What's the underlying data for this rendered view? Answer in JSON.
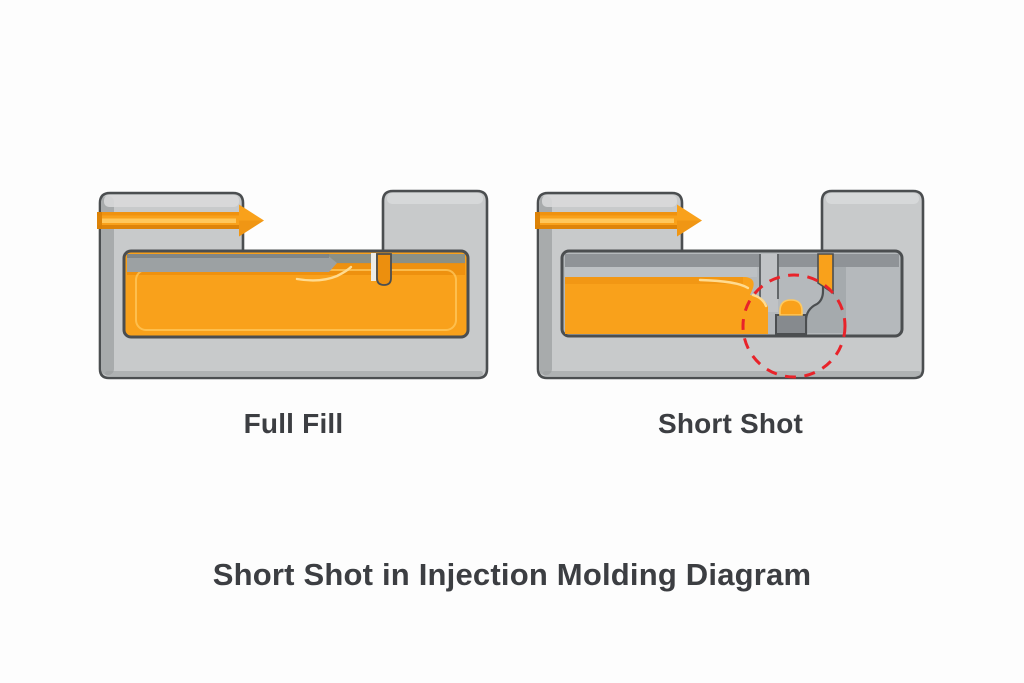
{
  "title": {
    "text": "Short Shot in Injection Molding Diagram"
  },
  "panels": [
    {
      "id": "full-fill",
      "label": "Full Fill"
    },
    {
      "id": "short-shot",
      "label": "Short Shot"
    }
  ],
  "icons": [
    {
      "name": "flow-arrow-icon",
      "shape": "right-arrow",
      "color": "#f9a11b"
    },
    {
      "name": "defect-circle-icon",
      "shape": "dashed-circle",
      "color": "#e8232a"
    }
  ],
  "colors": {
    "bg": "#fdfdfd",
    "outline": "#4b4e50",
    "mold": "#c8cacb",
    "moldTop": "#dadbdc",
    "moldShade": "#a8abac",
    "slabEdge": "#9b9ea0",
    "orange": "#f9a11b",
    "orangeDark": "#ec8f0e",
    "orangeDeep": "#d97f06",
    "orangeLight": "#ffc95f",
    "highlight": "#ffdb90",
    "insert": "#9ca1a3",
    "insertEdge": "#7d8385",
    "olive": "#8b9086",
    "slitLight": "#edece7",
    "cavityEmpty": "#b5b9bc",
    "cavityBand": "#8f9397",
    "lightBand": "#bdc1c4",
    "channelLight": "#c0c3c6",
    "channelWall": "#63676a",
    "emptyShade": "#9da1a5",
    "core": "#868a8e",
    "red": "#e8232a",
    "text": "#3c3e42"
  }
}
